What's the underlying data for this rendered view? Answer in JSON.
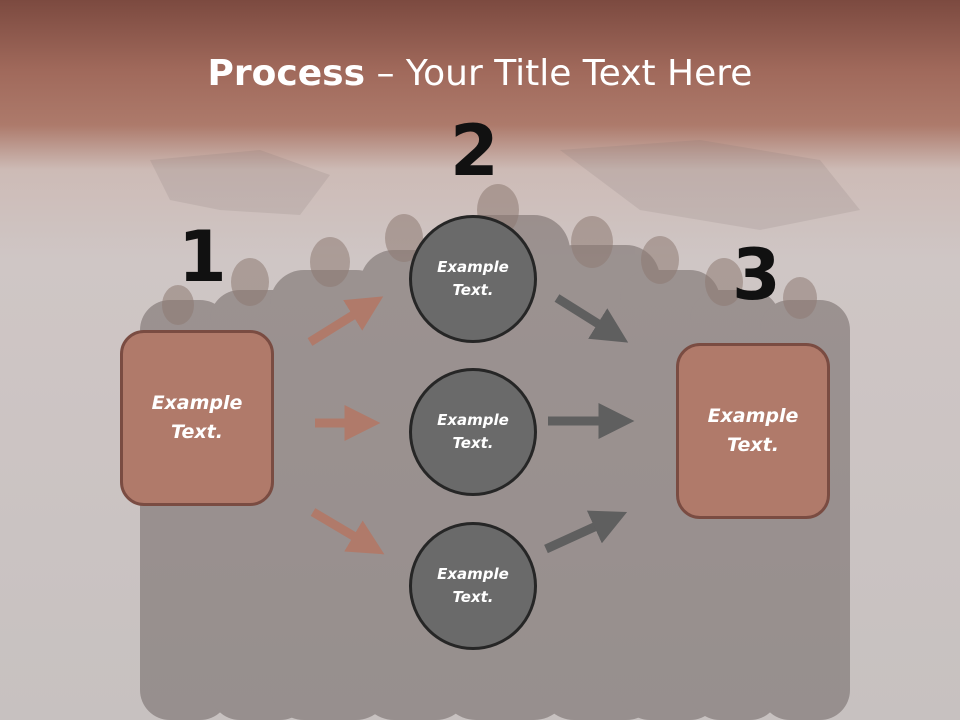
{
  "title": {
    "bold": "Process",
    "rest": " – Your Title Text Here"
  },
  "steps": {
    "one": "1",
    "two": "2",
    "three": "3"
  },
  "left_box": {
    "text": "Example Text."
  },
  "circles": {
    "top": "Example Text.",
    "middle": "Example Text.",
    "bottom": "Example Text."
  },
  "right_box": {
    "text": "Example Text."
  },
  "colors": {
    "header": "#a0695b",
    "box_fill": "#b07a6a",
    "box_border": "#7a4c42",
    "circle_fill": "#6a6a6a",
    "left_arrow": "#b07a6a",
    "right_arrow": "#5f5f5f"
  }
}
